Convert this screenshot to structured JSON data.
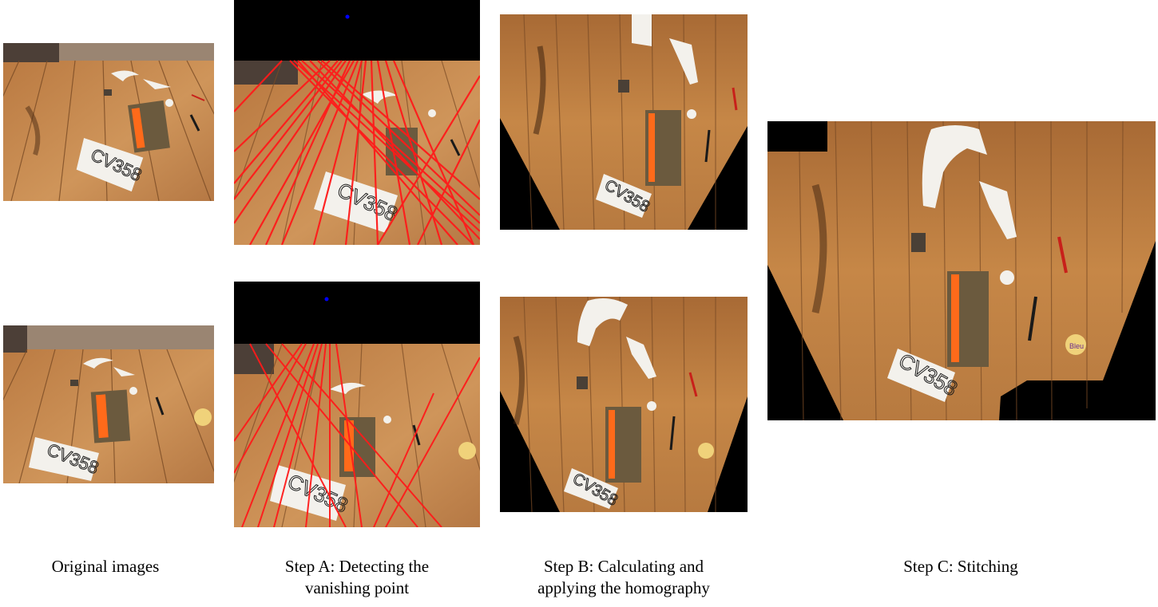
{
  "captions": {
    "original": "Original images",
    "step_a_line1": "Step A: Detecting the",
    "step_a_line2": "vanishing point",
    "step_b_line1": "Step B: Calculating and",
    "step_b_line2": "applying the homography",
    "step_c": "Step C: Stitching"
  },
  "figure_text": {
    "paper_label": "CV358",
    "sticker_text": "Bleu"
  },
  "colors": {
    "floor": "#b9783f",
    "floor_light": "#d39a5c",
    "plank_line": "#7a4b25",
    "background_black": "#000000",
    "detected_lines": "#ff1a1a",
    "vanishing_point": "#0000ff",
    "paper": "#f3f1ec",
    "ink": "#1a1a1a",
    "orange_tape": "#ff6a1a",
    "wall": "#8a7765"
  }
}
